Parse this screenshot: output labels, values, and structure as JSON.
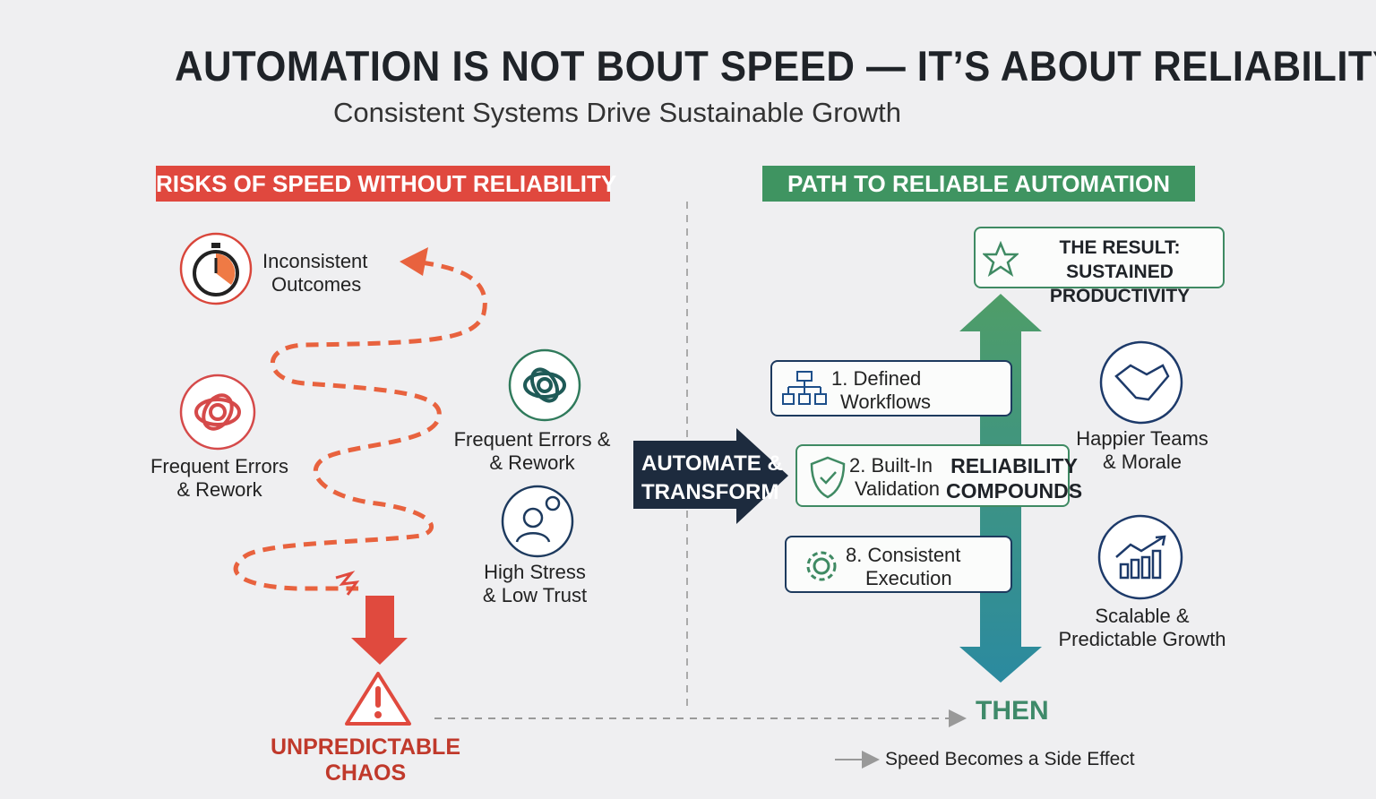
{
  "header": {
    "title": "AUTOMATION IS NOT BOUT SPEED — IT’S ABOUT RELIABILITY",
    "subtitle": "Consistent Systems Drive Sustainable Growth"
  },
  "left": {
    "banner": "RISKS OF SPEED WITHOUT RELIABILITY",
    "items": [
      {
        "line1": "Inconsistent",
        "line2": "Outcomes",
        "icon": "stopwatch-icon"
      },
      {
        "line1": "Frequent Errors",
        "line2": "& Rework",
        "icon": "tangled-loop-icon"
      },
      {
        "line1": "Frequent Errors &",
        "line2": "& Rework",
        "icon": "cycle-icon"
      },
      {
        "line1": "High Stress",
        "line2": "& Low Trust",
        "icon": "confused-person-icon"
      }
    ],
    "outcome": "UNPREDICTABLE CHAOS"
  },
  "center": {
    "arrow_line1": "AUTOMATE &",
    "arrow_line2": "TRANSFORM"
  },
  "right": {
    "banner": "PATH TO RELIABLE AUTOMATION",
    "result_line1": "THE RESULT: SUSTAINED",
    "result_line2": "PRODUCTIVITY",
    "steps": [
      {
        "line1": "1. Defined",
        "line2": "Workflows"
      },
      {
        "line1": "2. Built-In",
        "line2": "Validation"
      },
      {
        "line1": "8. Consistent",
        "line2": "Execution"
      }
    ],
    "compound_line1": "RELIABILITY",
    "compound_line2": "COMPOUNDS",
    "benefits": [
      {
        "line1": "Happier Teams",
        "line2": "& Morale"
      },
      {
        "line1": "Scalable &",
        "line2": "Predictable Growth"
      }
    ],
    "then": "THEN",
    "footer": "Speed Becomes a Side Effect"
  },
  "colors": {
    "red": "#e0483e",
    "green": "#3f9461",
    "navy": "#1d2b3e",
    "teal": "#2e8a9a"
  }
}
